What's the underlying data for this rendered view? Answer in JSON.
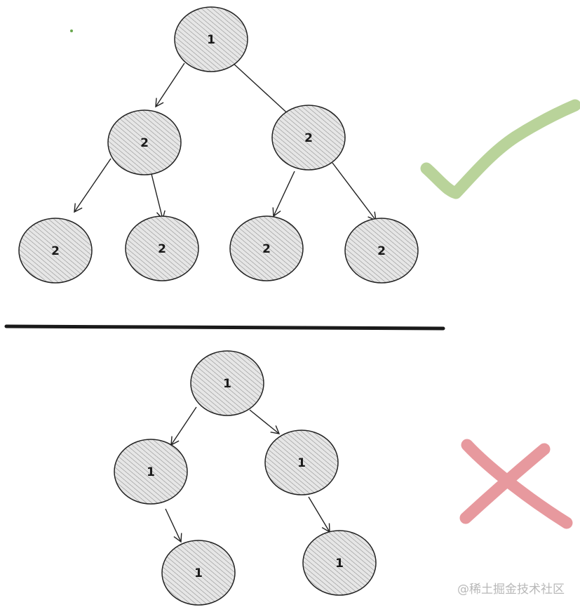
{
  "top_tree": {
    "root": "1",
    "level2": [
      "2",
      "2"
    ],
    "level3": [
      "2",
      "2",
      "2",
      "2"
    ]
  },
  "bottom_tree": {
    "root": "1",
    "level2": [
      "1",
      "1"
    ],
    "level3": [
      "1",
      "1"
    ]
  },
  "marks": {
    "check_color": "#b9d39a",
    "cross_color": "#e58f94"
  },
  "watermark": "@稀土掘金技术社区"
}
